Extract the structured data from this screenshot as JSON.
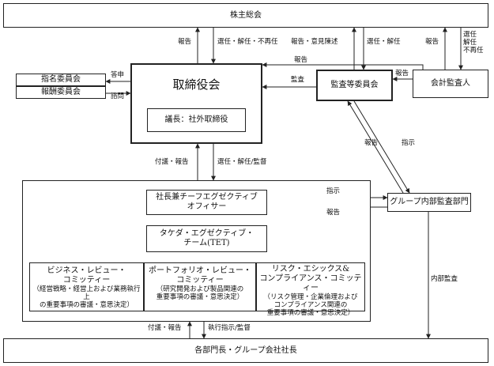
{
  "boxes": {
    "shareholders": "株主総会",
    "board": "取締役会",
    "chair": "議長：社外取締役",
    "nomination": "指名委員会",
    "compensation": "報酬委員会",
    "audit_committee": "監査等委員会",
    "accounting_auditor": "会計監査人",
    "ceo_line1": "社長兼チーフエグゼクティブ",
    "ceo_line2": "オフィサー",
    "tet_line1": "タケダ・エグゼクティブ・",
    "tet_line2": "チーム(TET)",
    "group_audit": "グループ内部監査部門",
    "divisions": "各部門長・グループ会社社長"
  },
  "committees": [
    {
      "title1": "ビジネス・レビュー・",
      "title2": "コミッティー",
      "desc": [
        "（経営戦略・経営上および業務執行上",
        "の重要事項の審議・意思決定）"
      ]
    },
    {
      "title1": "ポートフォリオ・レビュー・",
      "title2": "コミッティー",
      "desc": [
        "（研究開発および製品関連の",
        "重要事項の審議・意思決定）"
      ]
    },
    {
      "title1": "リスク・エシックス&",
      "title2": "コンプライアンス・コミッティー",
      "desc": [
        "（リスク管理・企業倫理および",
        "コンプライアンス関連の",
        "重要事項の審議・意思決定）"
      ]
    }
  ],
  "labels": {
    "report1": "報告",
    "appoint_board": "選任・解任・不再任",
    "report_opinion": "報告・意見陳述",
    "appoint_audit": "選任・解任",
    "report2": "報告",
    "auditor_appoint": [
      "選任",
      "解任",
      "不再任"
    ],
    "report_to_audit_board": "報告",
    "audit": "監査",
    "report_auditor": "報告",
    "consult": "答申",
    "inquiry": "諮問",
    "submit_report": "付議・報告",
    "appoint_supervise": "選任・解任/監督",
    "report_diag": "報告",
    "instruct_diag": "指示",
    "instruct": "指示",
    "report_back": "報告",
    "internal_audit": "内部監査",
    "submit_report2": "付議・報告",
    "exec_instruct": "執行指示/監督"
  }
}
